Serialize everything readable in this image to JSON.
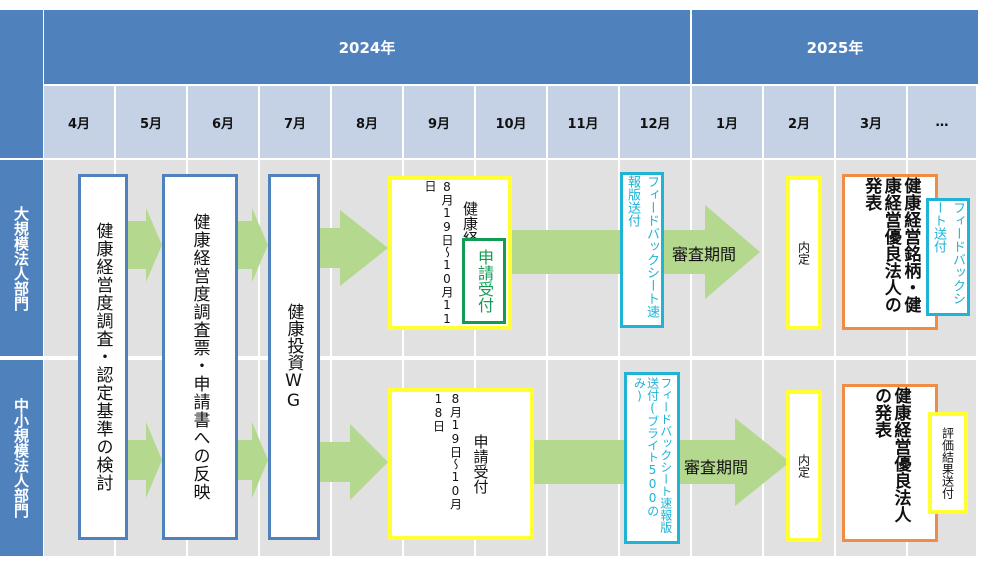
{
  "years": [
    "2024年",
    "2025年"
  ],
  "months": [
    "4月",
    "5月",
    "6月",
    "7月",
    "8月",
    "9月",
    "10月",
    "11月",
    "12月",
    "1月",
    "2月",
    "3月",
    "…"
  ],
  "rows": {
    "large": "大規模法人部門",
    "small": "中小規模法人部門"
  },
  "boxes": {
    "survey_criteria": "健康経営度調査・認定基準の検討",
    "reflect": "健康経営度調査票・申請書への反映",
    "wg": "健康投資WG",
    "large_survey_dates": "8月19日〜10月11日",
    "large_survey_label": "健康経営度調査",
    "large_apply": "申請受付",
    "large_feedback": "フィードバックシート速報版送付",
    "large_review": "審査期間",
    "large_naitei": "内定",
    "large_announce": "健康経営銘柄・健康経営優良法人の発表",
    "large_feedback2": "フィードバックシート送付",
    "small_dates": "8月19日〜10月18日",
    "small_apply": "申請受付",
    "small_feedback": "フィードバックシート速報版送付(ブライト500のみ)",
    "small_review": "審査期間",
    "small_naitei": "内定",
    "small_announce": "健康経営優良法人の発表",
    "small_eval": "評価結果送付"
  },
  "colors": {
    "header_blue": "#4f81bd",
    "month_bg": "#c5d2e6",
    "grid_bg": "#e1e1e1",
    "arrow_green": "#b4d88e",
    "yellow": "#ffff33",
    "cyan": "#1fb3d6",
    "orange": "#f08c46",
    "green": "#129c53"
  }
}
